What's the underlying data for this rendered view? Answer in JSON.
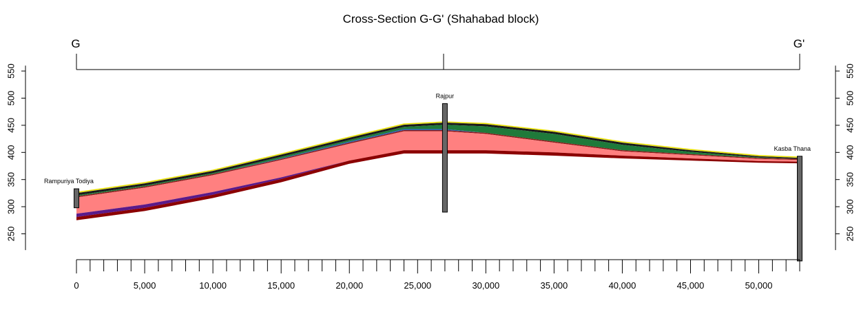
{
  "title": "Cross-Section G-G' (Shahabad block)",
  "section_line": {
    "start_label": "G",
    "end_label": "G'"
  },
  "elevation_axis": {
    "ticks": [
      "250",
      "300",
      "350",
      "400",
      "450",
      "500",
      "550"
    ],
    "range": [
      220,
      560
    ]
  },
  "distance_axis": {
    "ticks": [
      "0",
      "5,000",
      "10,000",
      "15,000",
      "20,000",
      "25,000",
      "30,000",
      "35,000",
      "40,000",
      "45,000",
      "50,000"
    ],
    "range": [
      0,
      53000
    ],
    "minor_step": 1000
  },
  "boreholes": [
    {
      "name": "Rampuriya Todiya",
      "distance": 0,
      "top": 333,
      "bottom": 298
    },
    {
      "name": "Rajpur",
      "distance": 27000,
      "top": 490,
      "bottom": 290
    },
    {
      "name": "Kasba Thana",
      "distance": 53000,
      "top": 393,
      "bottom": 200
    }
  ],
  "chart_data": {
    "type": "area",
    "title": "Cross-Section G-G' (Shahabad block)",
    "xlabel": "",
    "ylabel": "",
    "xlim": [
      0,
      53000
    ],
    "ylim": [
      220,
      560
    ],
    "x": [
      0,
      5000,
      10000,
      15000,
      20000,
      24000,
      27000,
      30000,
      35000,
      40000,
      45000,
      50000,
      53000
    ],
    "surface": [
      325,
      343,
      366,
      396,
      427,
      451,
      455,
      452,
      438,
      418,
      404,
      393,
      390
    ],
    "layers": [
      {
        "color": "#1a1a1a",
        "thickness": [
          4,
          4,
          4,
          4,
          4,
          4,
          4,
          4,
          4,
          4,
          3,
          2,
          2
        ]
      },
      {
        "color": "#1f7a3a",
        "thickness": [
          2,
          2,
          2,
          3,
          3,
          4,
          8,
          12,
          14,
          10,
          4,
          1,
          0
        ]
      },
      {
        "color": "#2a5fb0",
        "thickness": [
          0,
          0,
          0,
          1,
          2,
          2,
          2,
          0,
          0,
          0,
          0,
          0,
          0
        ]
      },
      {
        "color": "#8b1a1a",
        "thickness": [
          2,
          2,
          2,
          2,
          2,
          2,
          2,
          2,
          2,
          2,
          2,
          2,
          2
        ]
      },
      {
        "color": "#ff8080",
        "thickness": [
          30,
          31,
          31,
          32,
          31,
          35,
          35,
          30,
          18,
          8,
          6,
          4,
          3
        ]
      },
      {
        "color": "#5a1a8a",
        "thickness": [
          6,
          6,
          5,
          3,
          0,
          0,
          0,
          0,
          0,
          0,
          0,
          0,
          0
        ]
      },
      {
        "color": "#8b0000",
        "thickness": [
          6,
          6,
          6,
          6,
          6,
          6,
          6,
          6,
          6,
          5,
          4,
          3,
          3
        ]
      }
    ]
  }
}
